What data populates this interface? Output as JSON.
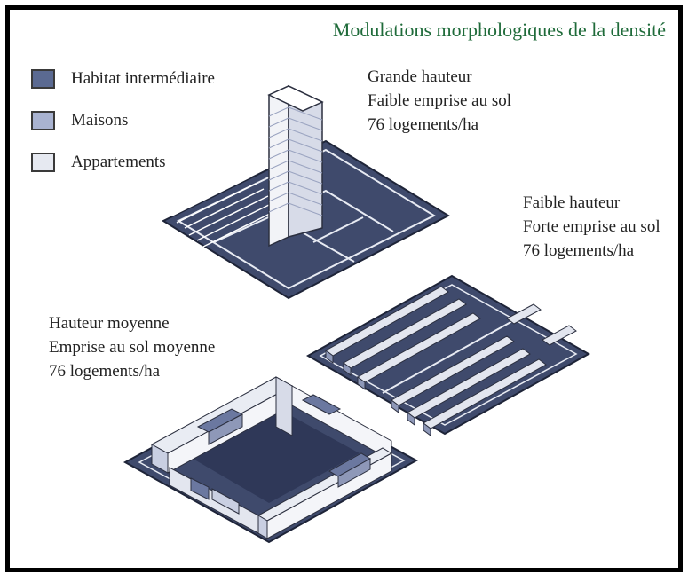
{
  "title": "Modulations morphologiques de la densité",
  "legend": [
    {
      "label": "Habitat intermédiaire",
      "color": "#5b6a92"
    },
    {
      "label": "Maisons",
      "color": "#a9b3d1"
    },
    {
      "label": "Appartements",
      "color": "#e6e9f1"
    }
  ],
  "captions": {
    "tall": [
      "Grande hauteur",
      "Faible emprise au sol",
      "76 logements/ha"
    ],
    "low": [
      "Faible hauteur",
      "Forte emprise au sol",
      "76 logements/ha"
    ],
    "medium": [
      "Hauteur moyenne",
      "Emprise au sol moyenne",
      "76 logements/ha"
    ]
  },
  "colors": {
    "ground": "#3f4a6c",
    "ground_dark": "#2a3250",
    "building_light": "#f2f3f7",
    "building_mid": "#c9cfe2",
    "building_shade": "#8e98b8",
    "title": "#1f6b3a"
  }
}
